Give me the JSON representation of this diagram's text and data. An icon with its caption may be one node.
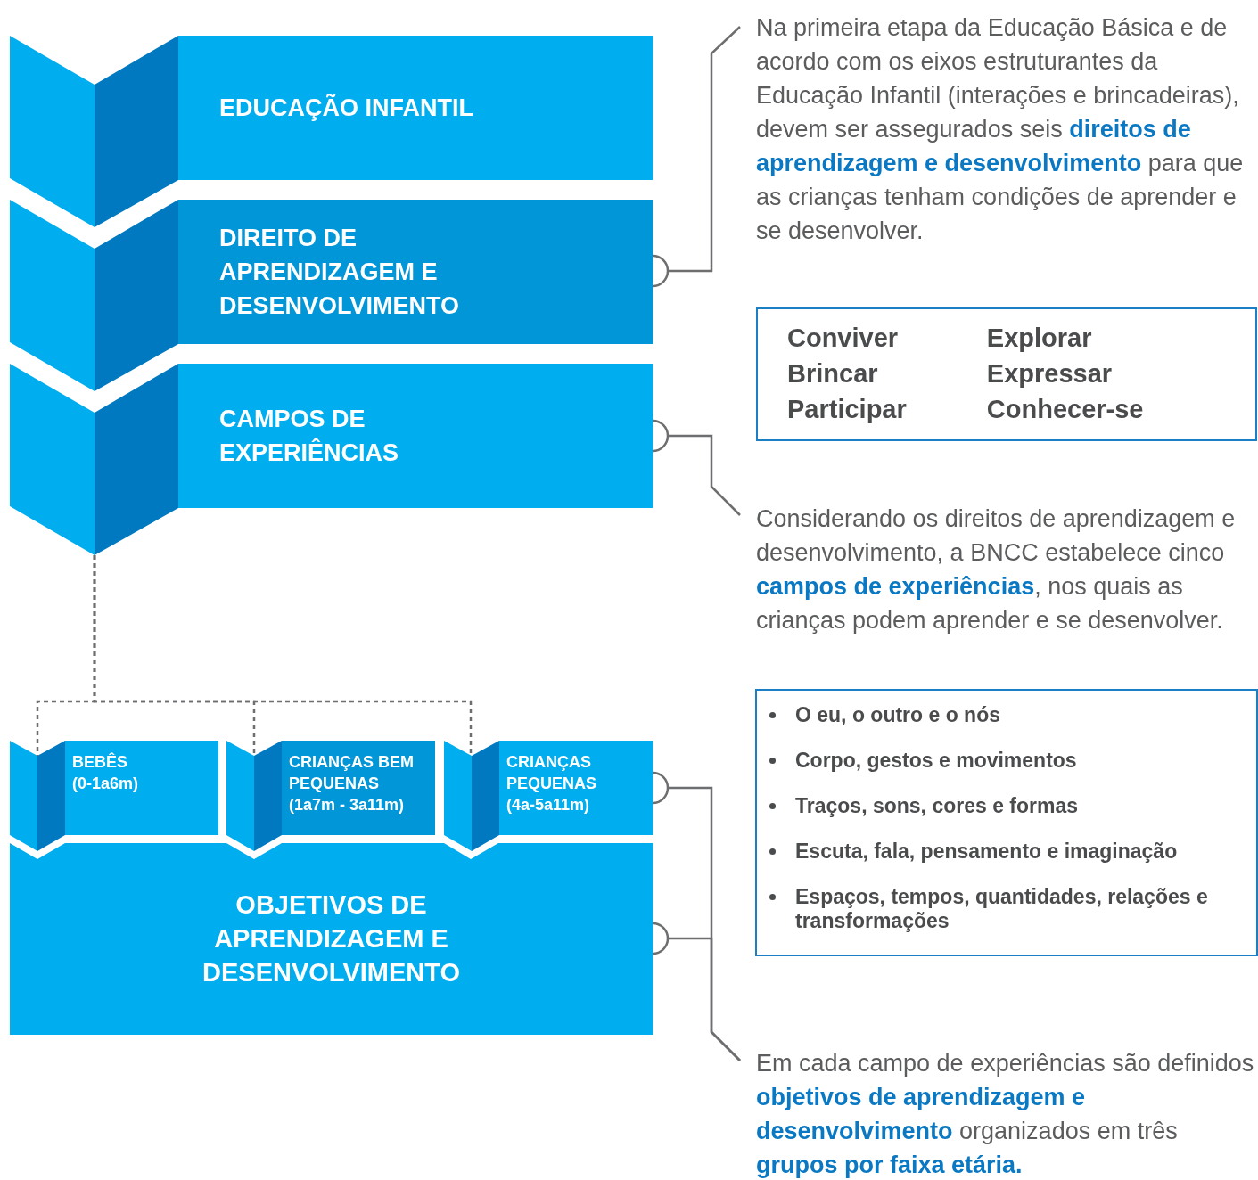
{
  "diagram": {
    "nodes": [
      {
        "text": [
          "EDUCAÇÃO INFANTIL"
        ]
      },
      {
        "text": [
          "DIREITO DE APRENDIZAGEM E DESENVOLVIMENTO"
        ]
      },
      {
        "text": [
          "CAMPOS DE EXPERIÊNCIAS"
        ]
      },
      {
        "text": [
          "BEBÊS (0-1a6m)"
        ]
      },
      {
        "text": [
          "CRIANÇAS BEM PEQUENAS (1a7m - 3a11m)"
        ]
      },
      {
        "text": [
          "CRIANÇAS PEQUENAS (4a-5a11m)"
        ]
      },
      {
        "text": [
          "OBJETIVOS DE APRENDIZAGEM E DESENVOLVIMENTO"
        ]
      },
      {
        "text": [
          "Na primeira etapa da Educação Básica e de acordo com os eixos estruturantes da Educação Infantil (interações e brincadeiras), devem ser assegurados seis **direitos de aprendizagem e desenvolvimento** para que as crianças tenham condições de aprender e se desenvolver."
        ]
      },
      {
        "text": [
          "Conviver",
          "Brincar",
          "Participar",
          "Explorar",
          "Expressar",
          "Conhecer-se"
        ]
      },
      {
        "text": [
          "Considerando os direitos de aprendizagem e desenvolvimento, a BNCC estabelece cinco **campos de experiências**, nos quais as crianças podem aprender e se desenvolver."
        ]
      },
      {
        "text": [
          "O eu, o outro e o nós",
          "Corpo, gestos e movimentos",
          "Traços, sons, cores e formas",
          "Escuta, fala, pensamento e imaginação",
          "Espaços, tempos, quantidades, relações e transformações"
        ]
      },
      {
        "text": [
          "Em cada campo de experiências são definidos **objetivos de aprendizagem e desenvolvimento** organizados em três **grupos por faixa etária.**"
        ]
      }
    ],
    "edges": [
      {
        "from": 1,
        "to": 7,
        "arrow": "other"
      },
      {
        "from": 2,
        "to": 9,
        "arrow": "other"
      },
      {
        "from": 2,
        "to": 3,
        "arrow": "none",
        "style": "dashed"
      },
      {
        "from": 2,
        "to": 4,
        "arrow": "none",
        "style": "dashed"
      },
      {
        "from": 2,
        "to": 5,
        "arrow": "none",
        "style": "dashed"
      },
      {
        "from": 5,
        "to": 11,
        "arrow": "other"
      },
      {
        "from": 6,
        "to": 11,
        "arrow": "other"
      }
    ]
  }
}
